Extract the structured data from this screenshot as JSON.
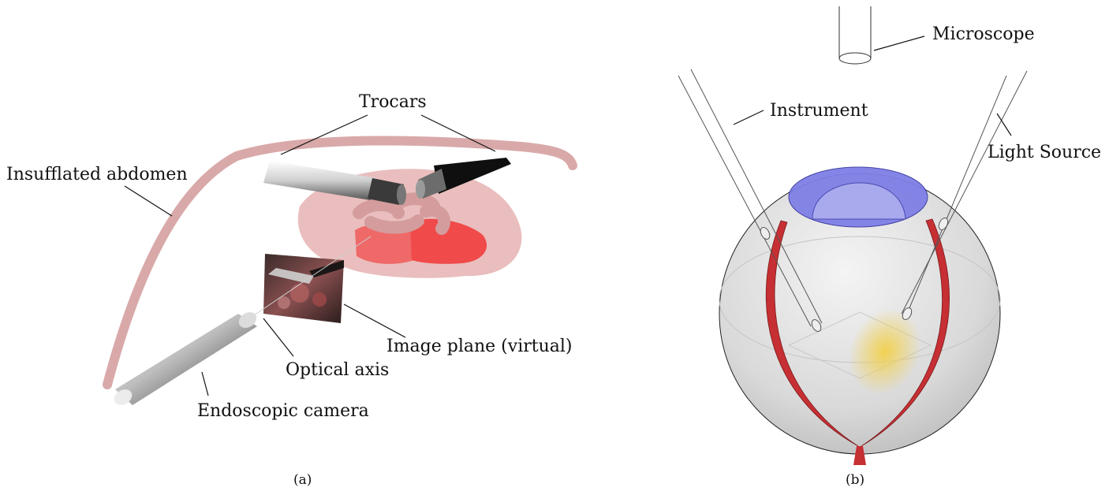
{
  "panel_a": {
    "caption": "(a)",
    "labels": {
      "trocars": "Trocars",
      "insufflated_abdomen": "Insufflated abdomen",
      "image_plane": "Image plane (virtual)",
      "optical_axis": "Optical axis",
      "endoscopic_camera": "Endoscopic camera"
    }
  },
  "panel_b": {
    "caption": "(b)",
    "labels": {
      "microscope": "Microscope",
      "instrument": "Instrument",
      "light_source": "Light Source"
    }
  },
  "colors": {
    "abdomen": "#d9a9aa",
    "organ_haze": "#e6b3b3",
    "organ_red": "#f04a4a",
    "eye_vessel": "#c62f33",
    "iris": "#7f7fe6",
    "light_spot": "#f2d04a"
  }
}
